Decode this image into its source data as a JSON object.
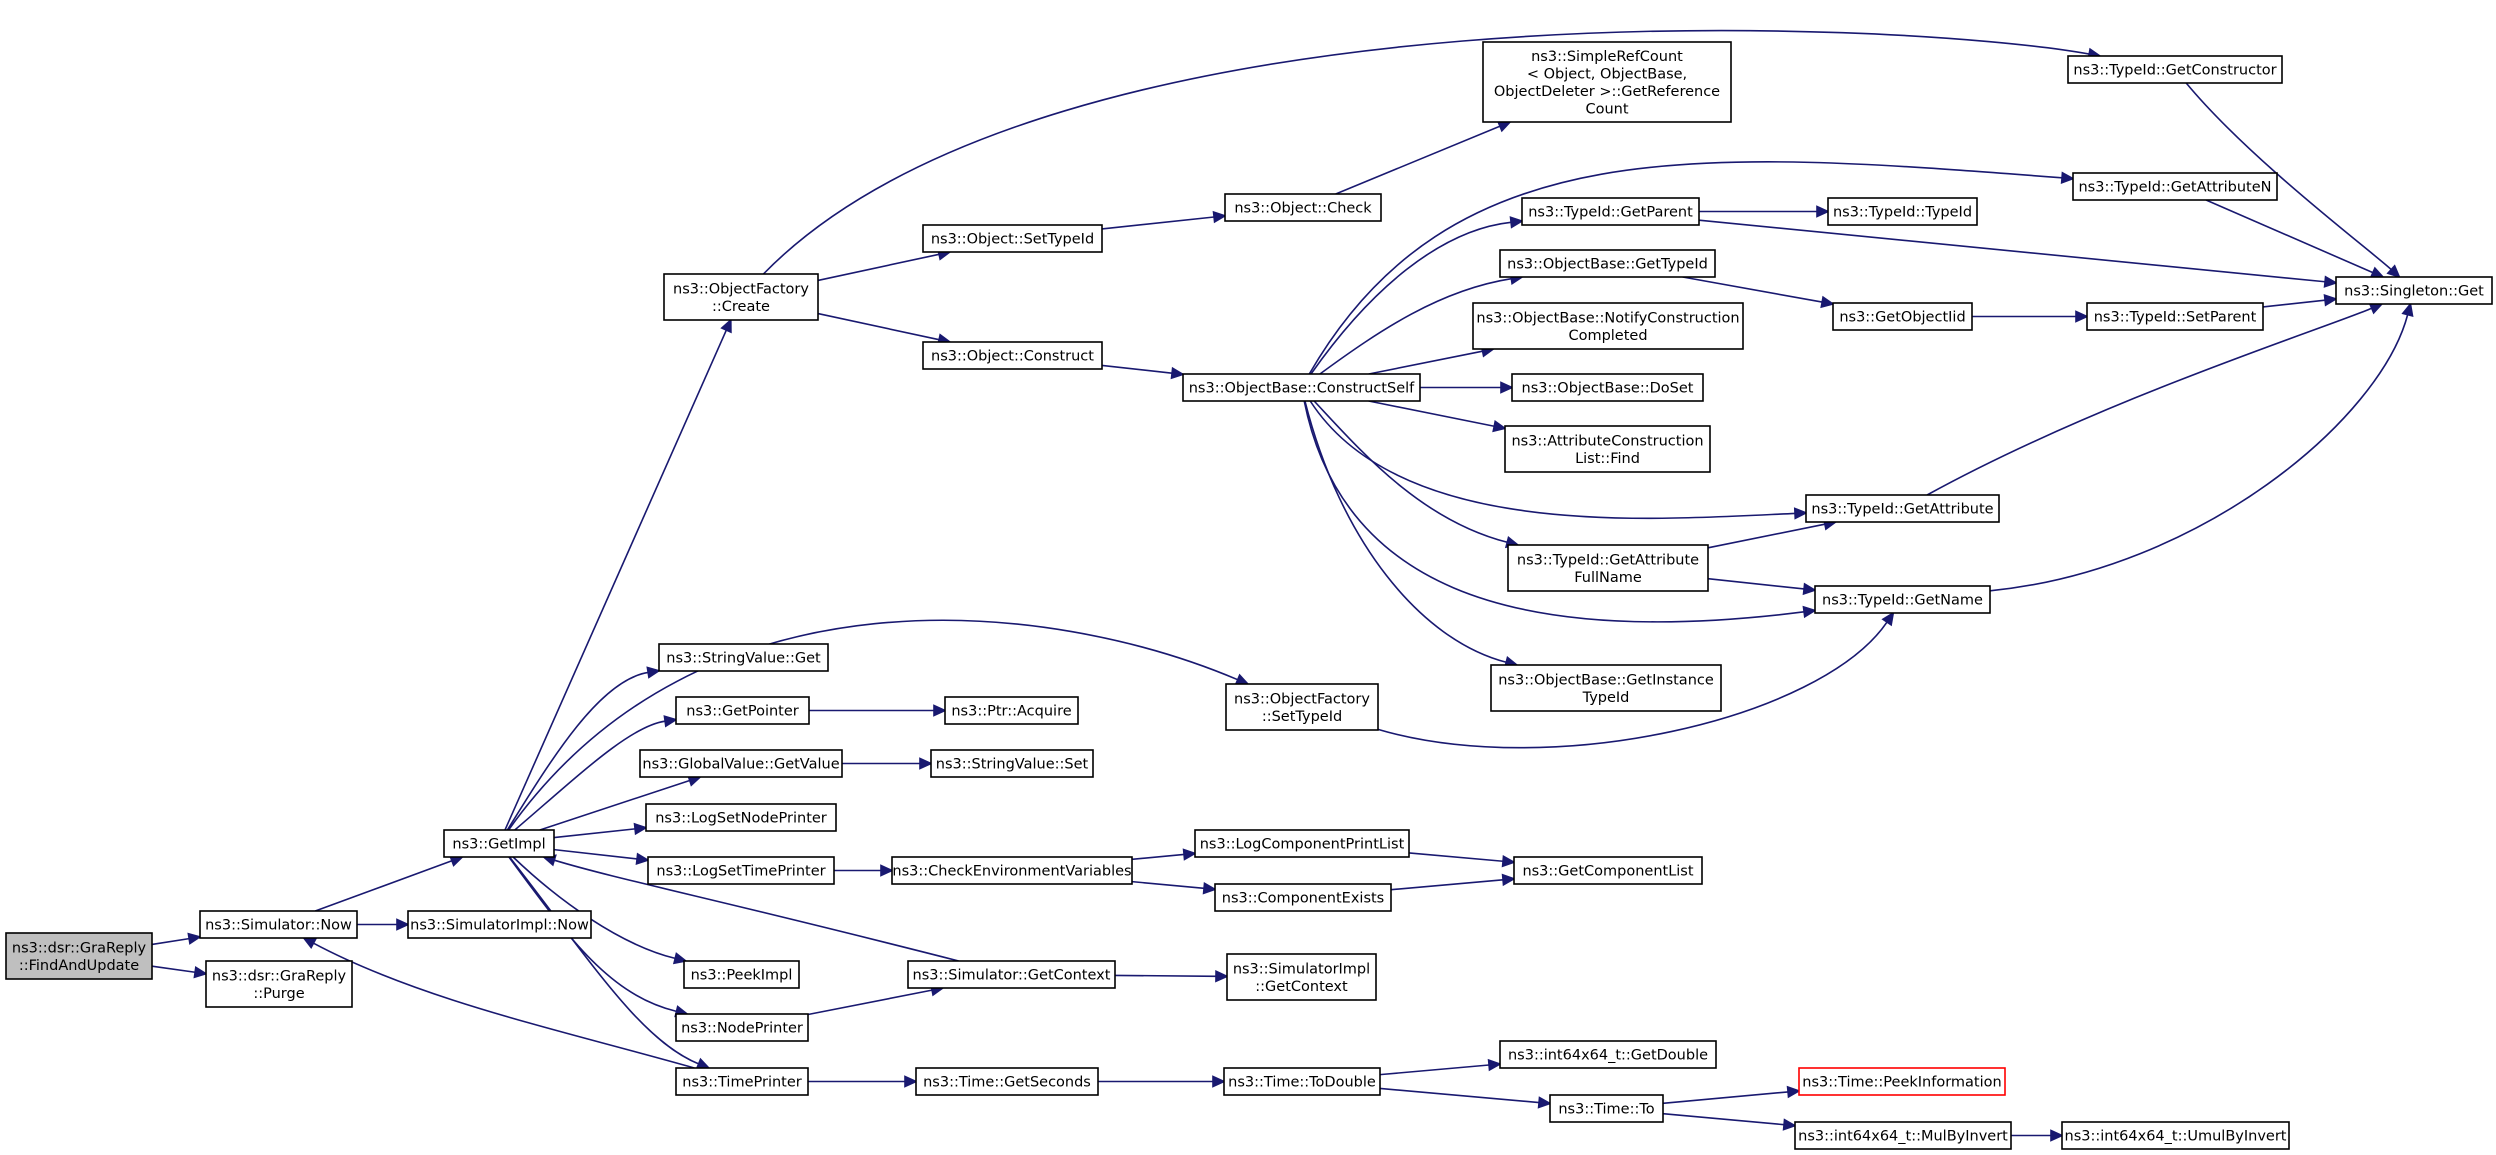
{
  "graph": {
    "colors": {
      "edge": "#191970",
      "root_fill": "#bfbfbf",
      "node_border": "#000000",
      "highlight_border": "#ff0000"
    },
    "nodes": {
      "n0": {
        "lines": [
          "ns3::dsr::GraReply",
          "::FindAndUpdate"
        ]
      },
      "n1": {
        "lines": [
          "ns3::Simulator::Now"
        ]
      },
      "n2": {
        "lines": [
          "ns3::dsr::GraReply",
          "::Purge"
        ]
      },
      "n3": {
        "lines": [
          "ns3::GetImpl"
        ]
      },
      "n4": {
        "lines": [
          "ns3::SimulatorImpl::Now"
        ]
      },
      "n5": {
        "lines": [
          "ns3::ObjectFactory",
          "::Create"
        ]
      },
      "n6": {
        "lines": [
          "ns3::StringValue::Get"
        ]
      },
      "n7": {
        "lines": [
          "ns3::GetPointer"
        ]
      },
      "n8": {
        "lines": [
          "ns3::GlobalValue::GetValue"
        ]
      },
      "n9": {
        "lines": [
          "ns3::LogSetNodePrinter"
        ]
      },
      "n10": {
        "lines": [
          "ns3::LogSetTimePrinter"
        ]
      },
      "n11": {
        "lines": [
          "ns3::PeekImpl"
        ]
      },
      "n12": {
        "lines": [
          "ns3::NodePrinter"
        ]
      },
      "n13": {
        "lines": [
          "ns3::TimePrinter"
        ]
      },
      "n14": {
        "lines": [
          "ns3::Object::SetTypeId"
        ]
      },
      "n15": {
        "lines": [
          "ns3::Object::Construct"
        ]
      },
      "n16": {
        "lines": [
          "ns3::Ptr::Acquire"
        ]
      },
      "n17": {
        "lines": [
          "ns3::StringValue::Set"
        ]
      },
      "n18": {
        "lines": [
          "ns3::CheckEnvironmentVariables"
        ]
      },
      "n19": {
        "lines": [
          "ns3::Simulator::GetContext"
        ]
      },
      "n20": {
        "lines": [
          "ns3::Time::GetSeconds"
        ]
      },
      "n21": {
        "lines": [
          "ns3::Object::Check"
        ]
      },
      "n22": {
        "lines": [
          "ns3::ObjectBase::ConstructSelf"
        ]
      },
      "n23": {
        "lines": [
          "ns3::ObjectFactory",
          "::SetTypeId"
        ]
      },
      "n24": {
        "lines": [
          "ns3::LogComponentPrintList"
        ]
      },
      "n25": {
        "lines": [
          "ns3::ComponentExists"
        ]
      },
      "n26": {
        "lines": [
          "ns3::SimulatorImpl",
          "::GetContext"
        ]
      },
      "n27": {
        "lines": [
          "ns3::Time::ToDouble"
        ]
      },
      "n28": {
        "lines": [
          "ns3::SimpleRefCount",
          "< Object, ObjectBase,",
          "ObjectDeleter >::GetReference",
          "Count"
        ]
      },
      "n29": {
        "lines": [
          "ns3::TypeId::GetParent"
        ]
      },
      "n30": {
        "lines": [
          "ns3::ObjectBase::GetTypeId"
        ]
      },
      "n31": {
        "lines": [
          "ns3::ObjectBase::NotifyConstruction",
          "Completed"
        ]
      },
      "n32": {
        "lines": [
          "ns3::ObjectBase::DoSet"
        ]
      },
      "n33": {
        "lines": [
          "ns3::AttributeConstruction",
          "List::Find"
        ]
      },
      "n34": {
        "lines": [
          "ns3::TypeId::GetAttribute",
          "FullName"
        ]
      },
      "n35": {
        "lines": [
          "ns3::ObjectBase::GetInstance",
          "TypeId"
        ]
      },
      "n36": {
        "lines": [
          "ns3::GetComponentList"
        ]
      },
      "n37": {
        "lines": [
          "ns3::int64x64_t::GetDouble"
        ]
      },
      "n38": {
        "lines": [
          "ns3::Time::To"
        ]
      },
      "n39": {
        "lines": [
          "ns3::TypeId::TypeId"
        ]
      },
      "n40": {
        "lines": [
          "ns3::GetObjectIid"
        ]
      },
      "n41": {
        "lines": [
          "ns3::TypeId::GetAttribute"
        ]
      },
      "n42": {
        "lines": [
          "ns3::TypeId::GetName"
        ]
      },
      "n43": {
        "lines": [
          "ns3::Time::PeekInformation"
        ]
      },
      "n44": {
        "lines": [
          "ns3::int64x64_t::MulByInvert"
        ]
      },
      "n45": {
        "lines": [
          "ns3::TypeId::GetConstructor"
        ]
      },
      "n46": {
        "lines": [
          "ns3::TypeId::GetAttributeN"
        ]
      },
      "n47": {
        "lines": [
          "ns3::TypeId::SetParent"
        ]
      },
      "n48": {
        "lines": [
          "ns3::int64x64_t::UmulByInvert"
        ]
      },
      "n49": {
        "lines": [
          "ns3::Singleton::Get"
        ]
      }
    }
  }
}
